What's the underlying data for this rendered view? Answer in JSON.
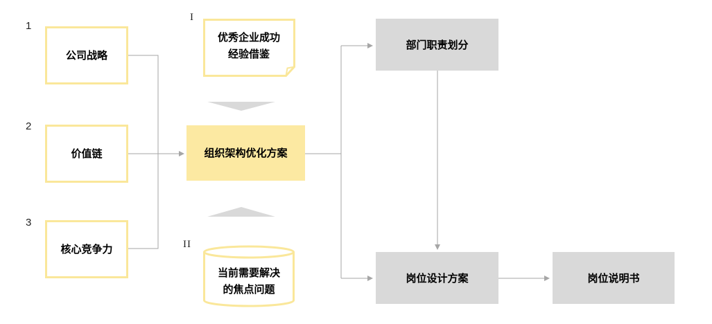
{
  "colors": {
    "yellow_outline": "#fae79a",
    "yellow_fill": "#fce9a2",
    "gray_fill": "#d9d9d9",
    "connector": "#a6a6a6",
    "input_arrow": "#d9d9d9"
  },
  "left_inputs": [
    {
      "number": "1",
      "label": "公司战略"
    },
    {
      "number": "2",
      "label": "价值链"
    },
    {
      "number": "3",
      "label": "核心竞争力"
    }
  ],
  "references": {
    "top": {
      "numeral": "I",
      "line1": "优秀企业成功",
      "line2": "经验借鉴",
      "shape": "document"
    },
    "bottom": {
      "numeral": "II",
      "line1": "当前需要解决",
      "line2": "的焦点问题",
      "shape": "cylinder"
    }
  },
  "center": {
    "label": "组织架构优化方案"
  },
  "outputs": {
    "department": "部门职责划分",
    "position_design": "岗位设计方案",
    "job_description": "岗位说明书"
  }
}
